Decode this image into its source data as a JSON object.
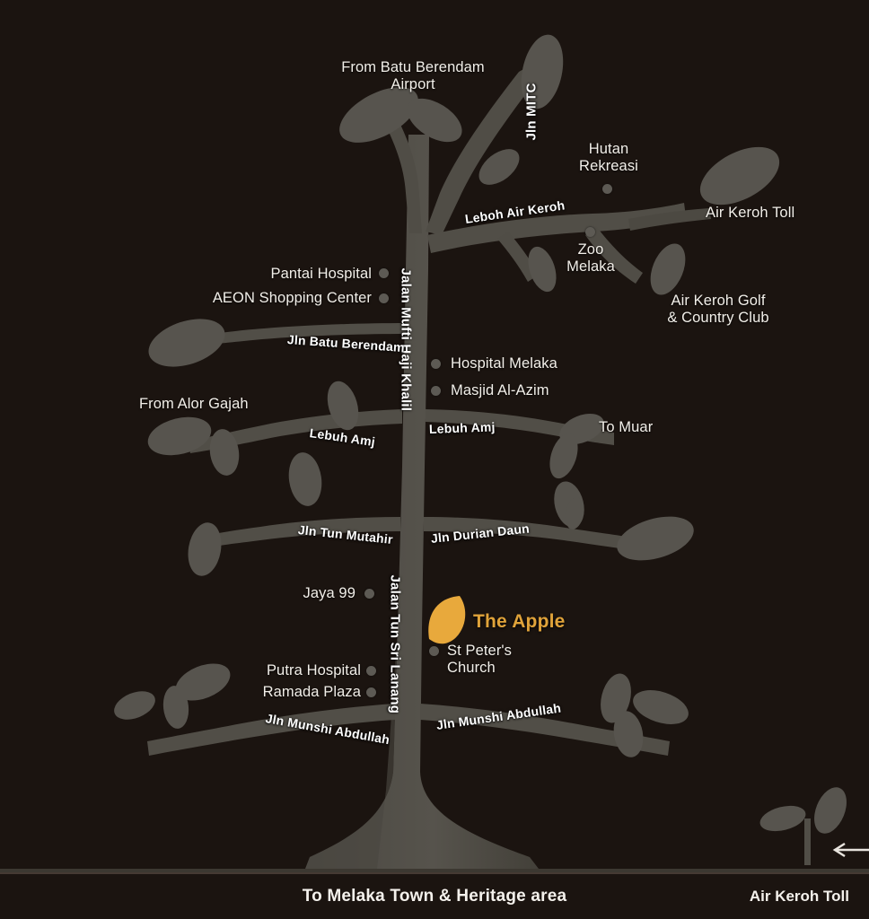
{
  "map": {
    "title": "Melaka tree-shaped location map",
    "background_color": "#1b1410",
    "branch_color": "#514e47",
    "leaf_color": "#57544e",
    "ground_color": "#3c3831",
    "label_color": "#f2efe9",
    "highlight_color": "#e0a33a"
  },
  "destinations": {
    "top_left": "From Batu Berendam\nAirport",
    "left_mid": "From Alor Gajah",
    "right_mid": "To Muar",
    "right_top": "Air Keroh Toll",
    "bottom_center": "To Melaka Town & Heritage area",
    "bottom_right": "Air Keroh Toll"
  },
  "pois": [
    {
      "name": "hutan-rekreasi",
      "label": "Hutan\nRekreasi",
      "has_dot": true
    },
    {
      "name": "zoo-melaka",
      "label": "Zoo\nMelaka",
      "has_dot": true
    },
    {
      "name": "air-keroh-golf",
      "label": "Air Keroh Golf\n& Country Club",
      "has_dot": false
    },
    {
      "name": "pantai-hospital",
      "label": "Pantai Hospital",
      "has_dot": true
    },
    {
      "name": "aeon-shopping-center",
      "label": "AEON Shopping Center",
      "has_dot": true
    },
    {
      "name": "hospital-melaka",
      "label": "Hospital Melaka",
      "has_dot": true
    },
    {
      "name": "masjid-al-azim",
      "label": "Masjid Al-Azim",
      "has_dot": true
    },
    {
      "name": "jaya-99",
      "label": "Jaya 99",
      "has_dot": true
    },
    {
      "name": "st-peters-church",
      "label": "St Peter's\nChurch",
      "has_dot": true
    },
    {
      "name": "putra-hospital",
      "label": "Putra Hospital",
      "has_dot": true
    },
    {
      "name": "ramada-plaza",
      "label": "Ramada Plaza",
      "has_dot": true
    }
  ],
  "poi_labels": {
    "hutan_rekreasi": "Hutan\nRekreasi",
    "zoo_melaka": "Zoo\nMelaka",
    "air_keroh_golf": "Air Keroh Golf\n& Country Club",
    "pantai_hospital": "Pantai Hospital",
    "aeon_shopping_center": "AEON Shopping Center",
    "hospital_melaka": "Hospital Melaka",
    "masjid_al_azim": "Masjid Al-Azim",
    "jaya_99": "Jaya 99",
    "st_peters_church": "St Peter's\nChurch",
    "putra_hospital": "Putra Hospital",
    "ramada_plaza": "Ramada Plaza"
  },
  "streets": {
    "jln_mitc": "Jln MITC",
    "leboh_air_keroh": "Leboh Air Keroh",
    "jalan_mufti_haji_khalil": "Jalan Mufti Haji Khalil",
    "jln_batu_berendam": "Jln Batu Berendam",
    "lebuh_amj_left": "Lebuh Amj",
    "lebuh_amj_right": "Lebuh Amj",
    "jln_tun_mutahir": "Jln Tun Mutahir",
    "jln_durian_daun": "Jln Durian Daun",
    "jalan_tun_sri_lanang": "Jalan Tun Sri Lanang",
    "jln_munshi_abdullah_left": "Jln Munshi Abdullah",
    "jln_munshi_abdullah_right": "Jln Munshi Abdullah"
  },
  "highlight": {
    "label": "The Apple",
    "marker": "apple-leaf-marker"
  },
  "sapling": {
    "icon": "sapling-icon",
    "arrow": "left-arrow-icon",
    "label": "Air Keroh Toll"
  }
}
